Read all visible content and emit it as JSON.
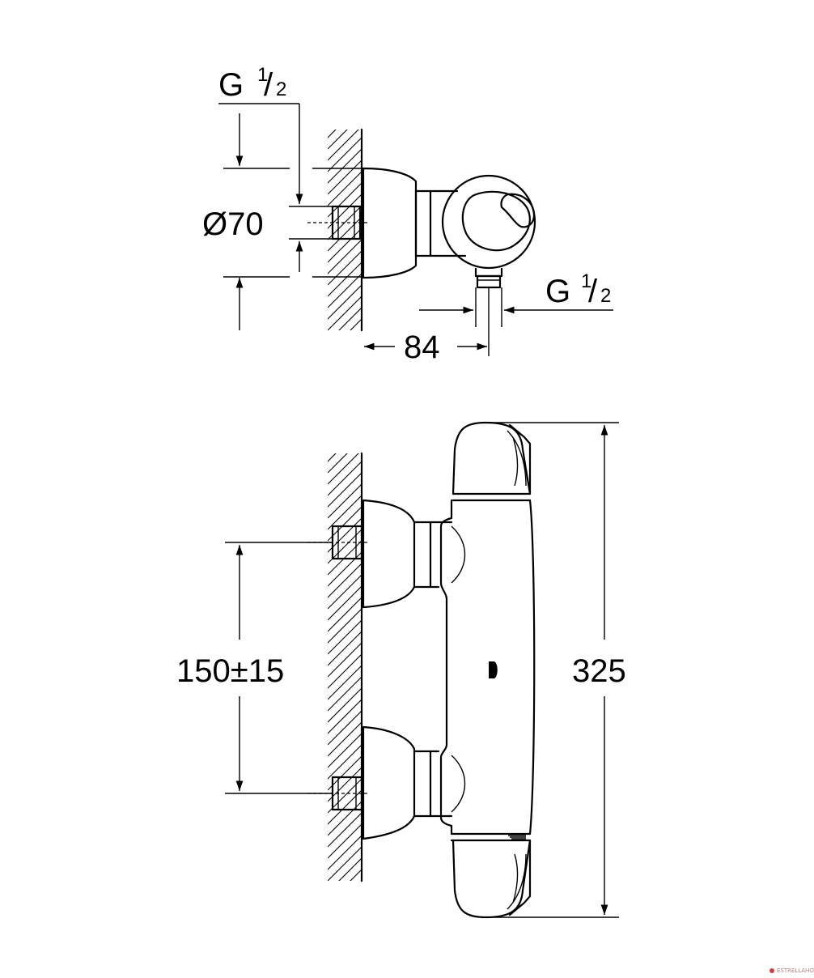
{
  "top_view": {
    "thread_inlet": {
      "main": "G ",
      "sup": "1",
      "slash": "/",
      "sub": "2"
    },
    "diameter": "Ø70",
    "thread_outlet": {
      "main": "G ",
      "sup": "1",
      "slash": "/",
      "sub": "2"
    },
    "depth": "84"
  },
  "front_view": {
    "spacing": "150±15",
    "height": "325"
  },
  "colors": {
    "line": "#000000",
    "background": "#ffffff"
  }
}
